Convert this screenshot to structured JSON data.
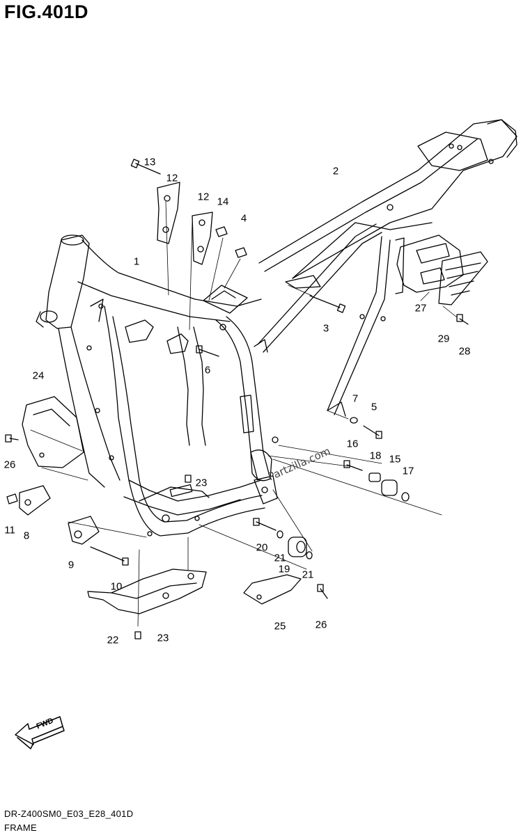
{
  "figure": {
    "title": "FIG.401D"
  },
  "footer": {
    "code": "DR-Z400SM0_E03_E28_401D",
    "name": "FRAME"
  },
  "watermark": "Partzilla.com",
  "fwd_label": "FWD",
  "callouts": {
    "c1": "1",
    "c2": "2",
    "c3": "3",
    "c4": "4",
    "c5": "5",
    "c6": "6",
    "c7": "7",
    "c8": "8",
    "c9": "9",
    "c10": "10",
    "c11": "11",
    "c12a": "12",
    "c12b": "12",
    "c13": "13",
    "c14": "14",
    "c15": "15",
    "c16": "16",
    "c17": "17",
    "c18": "18",
    "c19": "19",
    "c20": "20",
    "c21a": "21",
    "c21b": "21",
    "c22": "22",
    "c23a": "23",
    "c23b": "23",
    "c24": "24",
    "c25": "25",
    "c26a": "26",
    "c26b": "26",
    "c27": "27",
    "c28": "28",
    "c29": "29"
  },
  "colors": {
    "line": "#000000",
    "background": "#ffffff"
  }
}
